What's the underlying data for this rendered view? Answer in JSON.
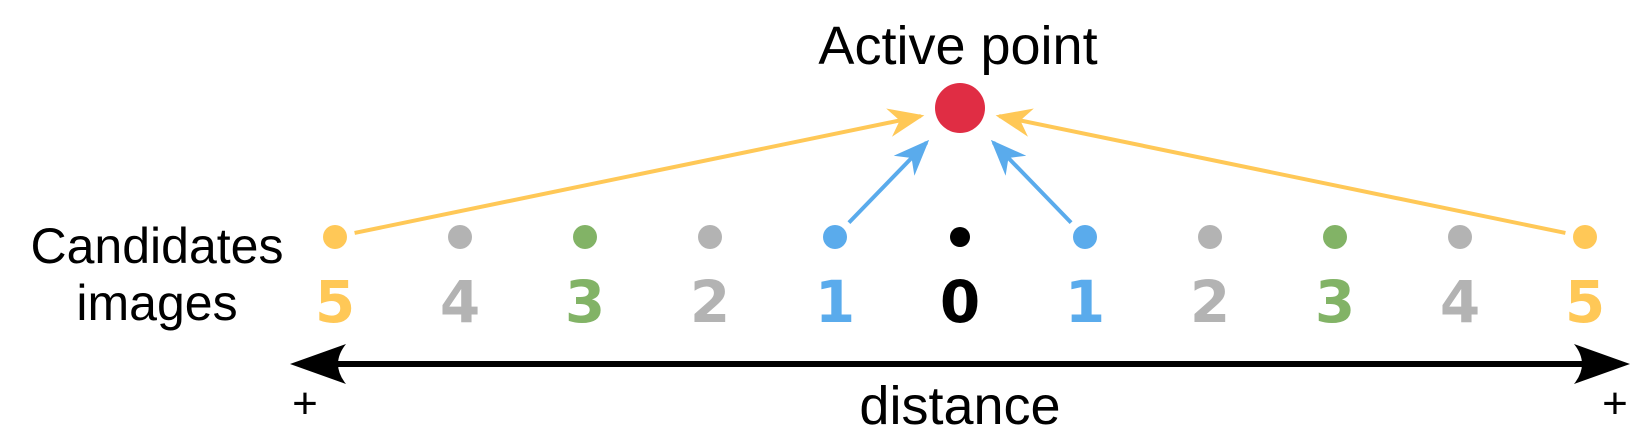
{
  "title": "Active point",
  "candidates_label": [
    "Candidates",
    "images"
  ],
  "axis": {
    "label": "distance",
    "left_sign": "+",
    "right_sign": "+"
  },
  "candidates": [
    {
      "label": "5",
      "color": "#FFC857"
    },
    {
      "label": "4",
      "color": "#B3B3B3"
    },
    {
      "label": "3",
      "color": "#82B366"
    },
    {
      "label": "2",
      "color": "#B3B3B3"
    },
    {
      "label": "1",
      "color": "#5AABEC"
    },
    {
      "label": "0",
      "color": "#000000"
    },
    {
      "label": "1",
      "color": "#5AABEC"
    },
    {
      "label": "2",
      "color": "#B3B3B3"
    },
    {
      "label": "3",
      "color": "#82B366"
    },
    {
      "label": "4",
      "color": "#B3B3B3"
    },
    {
      "label": "5",
      "color": "#FFC857"
    }
  ],
  "connected_distances": [
    5,
    1
  ],
  "colors": {
    "active_point": "#E02D44",
    "axis": "#000000"
  }
}
